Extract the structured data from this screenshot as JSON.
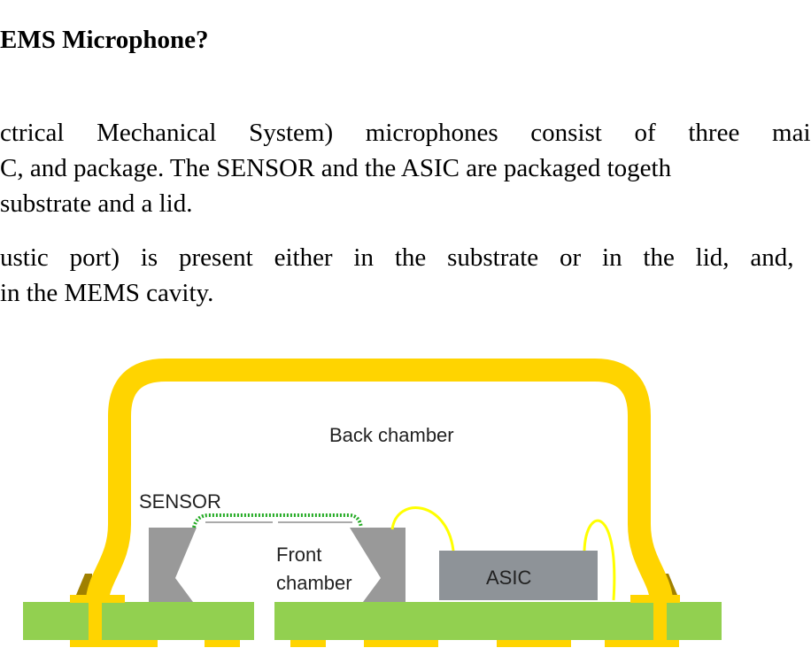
{
  "document": {
    "heading": "EMS Microphone?",
    "paragraph1": [
      "ctrical Mechanical System) microphones consist of three main",
      "C, and package. The SENSOR and the ASIC are packaged togeth",
      "substrate and a lid."
    ],
    "paragraph2": [
      "ustic port) is present either in the substrate or in the lid, and, r",
      "in the MEMS cavity."
    ]
  },
  "diagram": {
    "labels": {
      "back_chamber": "Back chamber",
      "sensor": "SENSOR",
      "front_chamber_line1": "Front",
      "front_chamber_line2": "chamber",
      "asic": "ASIC"
    },
    "colors": {
      "lid": "#FFD400",
      "substrate": "#92D050",
      "sensor": "#999999",
      "asic": "#8E9398",
      "wire": "#FFFF00",
      "membrane": "#22AA22",
      "fillet": "#A08000"
    }
  }
}
